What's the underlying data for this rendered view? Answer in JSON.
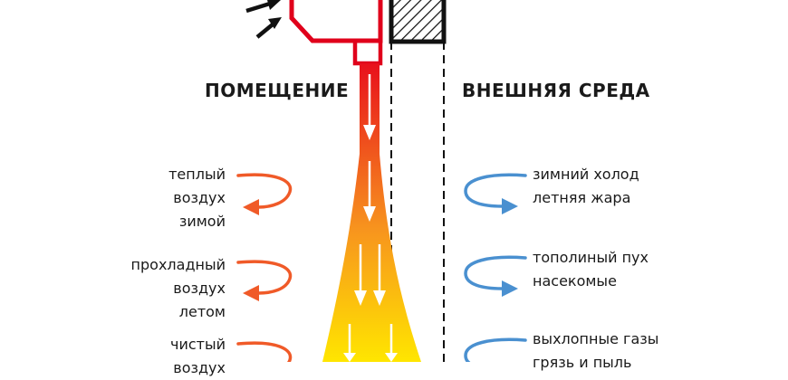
{
  "colors": {
    "unit_red": "#e0001b",
    "warm_arrow": "#f05a28",
    "cold_arrow": "#4a90d0",
    "flow_top": "#e8101c",
    "flow_mid": "#f7931e",
    "flow_bottom": "#ffe600",
    "wall_stroke": "#111111"
  },
  "icons": [
    "air-intake-arrows-icon",
    "hatched-wall-icon",
    "down-arrow-icon",
    "curved-arrow-icon"
  ],
  "headings": {
    "room": "ПОМЕЩЕНИЕ",
    "outside": "ВНЕШНЯЯ СРЕДА"
  },
  "room_labels": [
    {
      "lines": [
        "теплый",
        "воздух",
        "зимой"
      ]
    },
    {
      "lines": [
        "прохладный",
        "воздух",
        "летом"
      ]
    },
    {
      "lines": [
        "чистый",
        "воздух"
      ]
    }
  ],
  "outside_labels": [
    {
      "lines": [
        "зимний холод",
        "летняя жара"
      ]
    },
    {
      "lines": [
        "тополиный пух",
        "насекомые"
      ]
    },
    {
      "lines": [
        "выхлопные газы",
        "грязь и пыль"
      ]
    }
  ]
}
